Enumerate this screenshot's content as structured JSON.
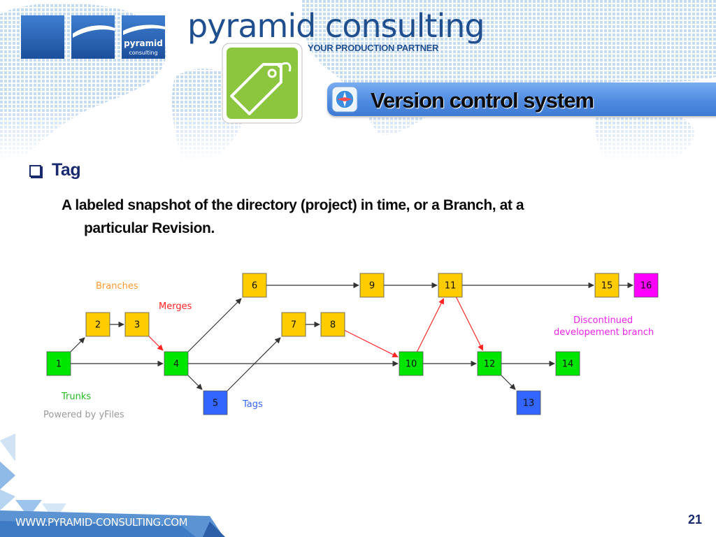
{
  "brand": {
    "name": "pyramid consulting",
    "tagline": "YOUR PRODUCTION PARTNER",
    "logo_text_top": "pyramid",
    "logo_text_bottom": "consulting",
    "primary_color": "#1f4f8f"
  },
  "header": {
    "title": "Version control system",
    "bar_color": "#4f8be0"
  },
  "content": {
    "heading": "Tag",
    "body_line1": "A labeled snapshot of the directory (project) in time, or a Branch, at a",
    "body_line2": "particular Revision."
  },
  "diagram": {
    "colors": {
      "trunk": "#00e600",
      "branch": "#ffcc00",
      "tag": "#3366ff",
      "discontinued": "#ff00ff",
      "arrow": "#333333",
      "merge_arrow": "#ff2222"
    },
    "nodes": [
      {
        "id": "1",
        "type": "trunk"
      },
      {
        "id": "2",
        "type": "branch"
      },
      {
        "id": "3",
        "type": "branch"
      },
      {
        "id": "4",
        "type": "trunk"
      },
      {
        "id": "5",
        "type": "tag"
      },
      {
        "id": "6",
        "type": "branch"
      },
      {
        "id": "7",
        "type": "branch"
      },
      {
        "id": "8",
        "type": "branch"
      },
      {
        "id": "9",
        "type": "branch"
      },
      {
        "id": "10",
        "type": "trunk"
      },
      {
        "id": "11",
        "type": "branch"
      },
      {
        "id": "12",
        "type": "trunk"
      },
      {
        "id": "13",
        "type": "tag"
      },
      {
        "id": "14",
        "type": "trunk"
      },
      {
        "id": "15",
        "type": "branch"
      },
      {
        "id": "16",
        "type": "discontinued"
      }
    ],
    "edges": [
      {
        "from": "1",
        "to": "2",
        "kind": "normal"
      },
      {
        "from": "2",
        "to": "3",
        "kind": "normal"
      },
      {
        "from": "3",
        "to": "4",
        "kind": "merge"
      },
      {
        "from": "1",
        "to": "4",
        "kind": "normal"
      },
      {
        "from": "4",
        "to": "6",
        "kind": "normal"
      },
      {
        "from": "4",
        "to": "5",
        "kind": "normal"
      },
      {
        "from": "4",
        "to": "10",
        "kind": "normal"
      },
      {
        "from": "5",
        "to": "7",
        "kind": "normal"
      },
      {
        "from": "7",
        "to": "8",
        "kind": "normal"
      },
      {
        "from": "8",
        "to": "10",
        "kind": "merge"
      },
      {
        "from": "6",
        "to": "9",
        "kind": "normal"
      },
      {
        "from": "9",
        "to": "11",
        "kind": "normal"
      },
      {
        "from": "10",
        "to": "11",
        "kind": "merge"
      },
      {
        "from": "11",
        "to": "12",
        "kind": "merge"
      },
      {
        "from": "10",
        "to": "12",
        "kind": "normal"
      },
      {
        "from": "12",
        "to": "14",
        "kind": "normal"
      },
      {
        "from": "12",
        "to": "13",
        "kind": "normal"
      },
      {
        "from": "11",
        "to": "15",
        "kind": "normal"
      },
      {
        "from": "15",
        "to": "16",
        "kind": "normal"
      }
    ],
    "legend": {
      "branches": "Branches",
      "merges": "Merges",
      "trunks": "Trunks",
      "tags": "Tags",
      "discontinued_line1": "Discontinued",
      "discontinued_line2": "developement branch",
      "powered": "Powered by yFiles",
      "branches_color": "#ff9933",
      "merges_color": "#ff2222",
      "trunks_color": "#22bb22",
      "tags_color": "#3366ff",
      "discontinued_color": "#ee22ee",
      "powered_color": "#999999"
    }
  },
  "footer": {
    "website": "WWW.PYRAMID-CONSULTING.COM",
    "page_number": "21"
  }
}
